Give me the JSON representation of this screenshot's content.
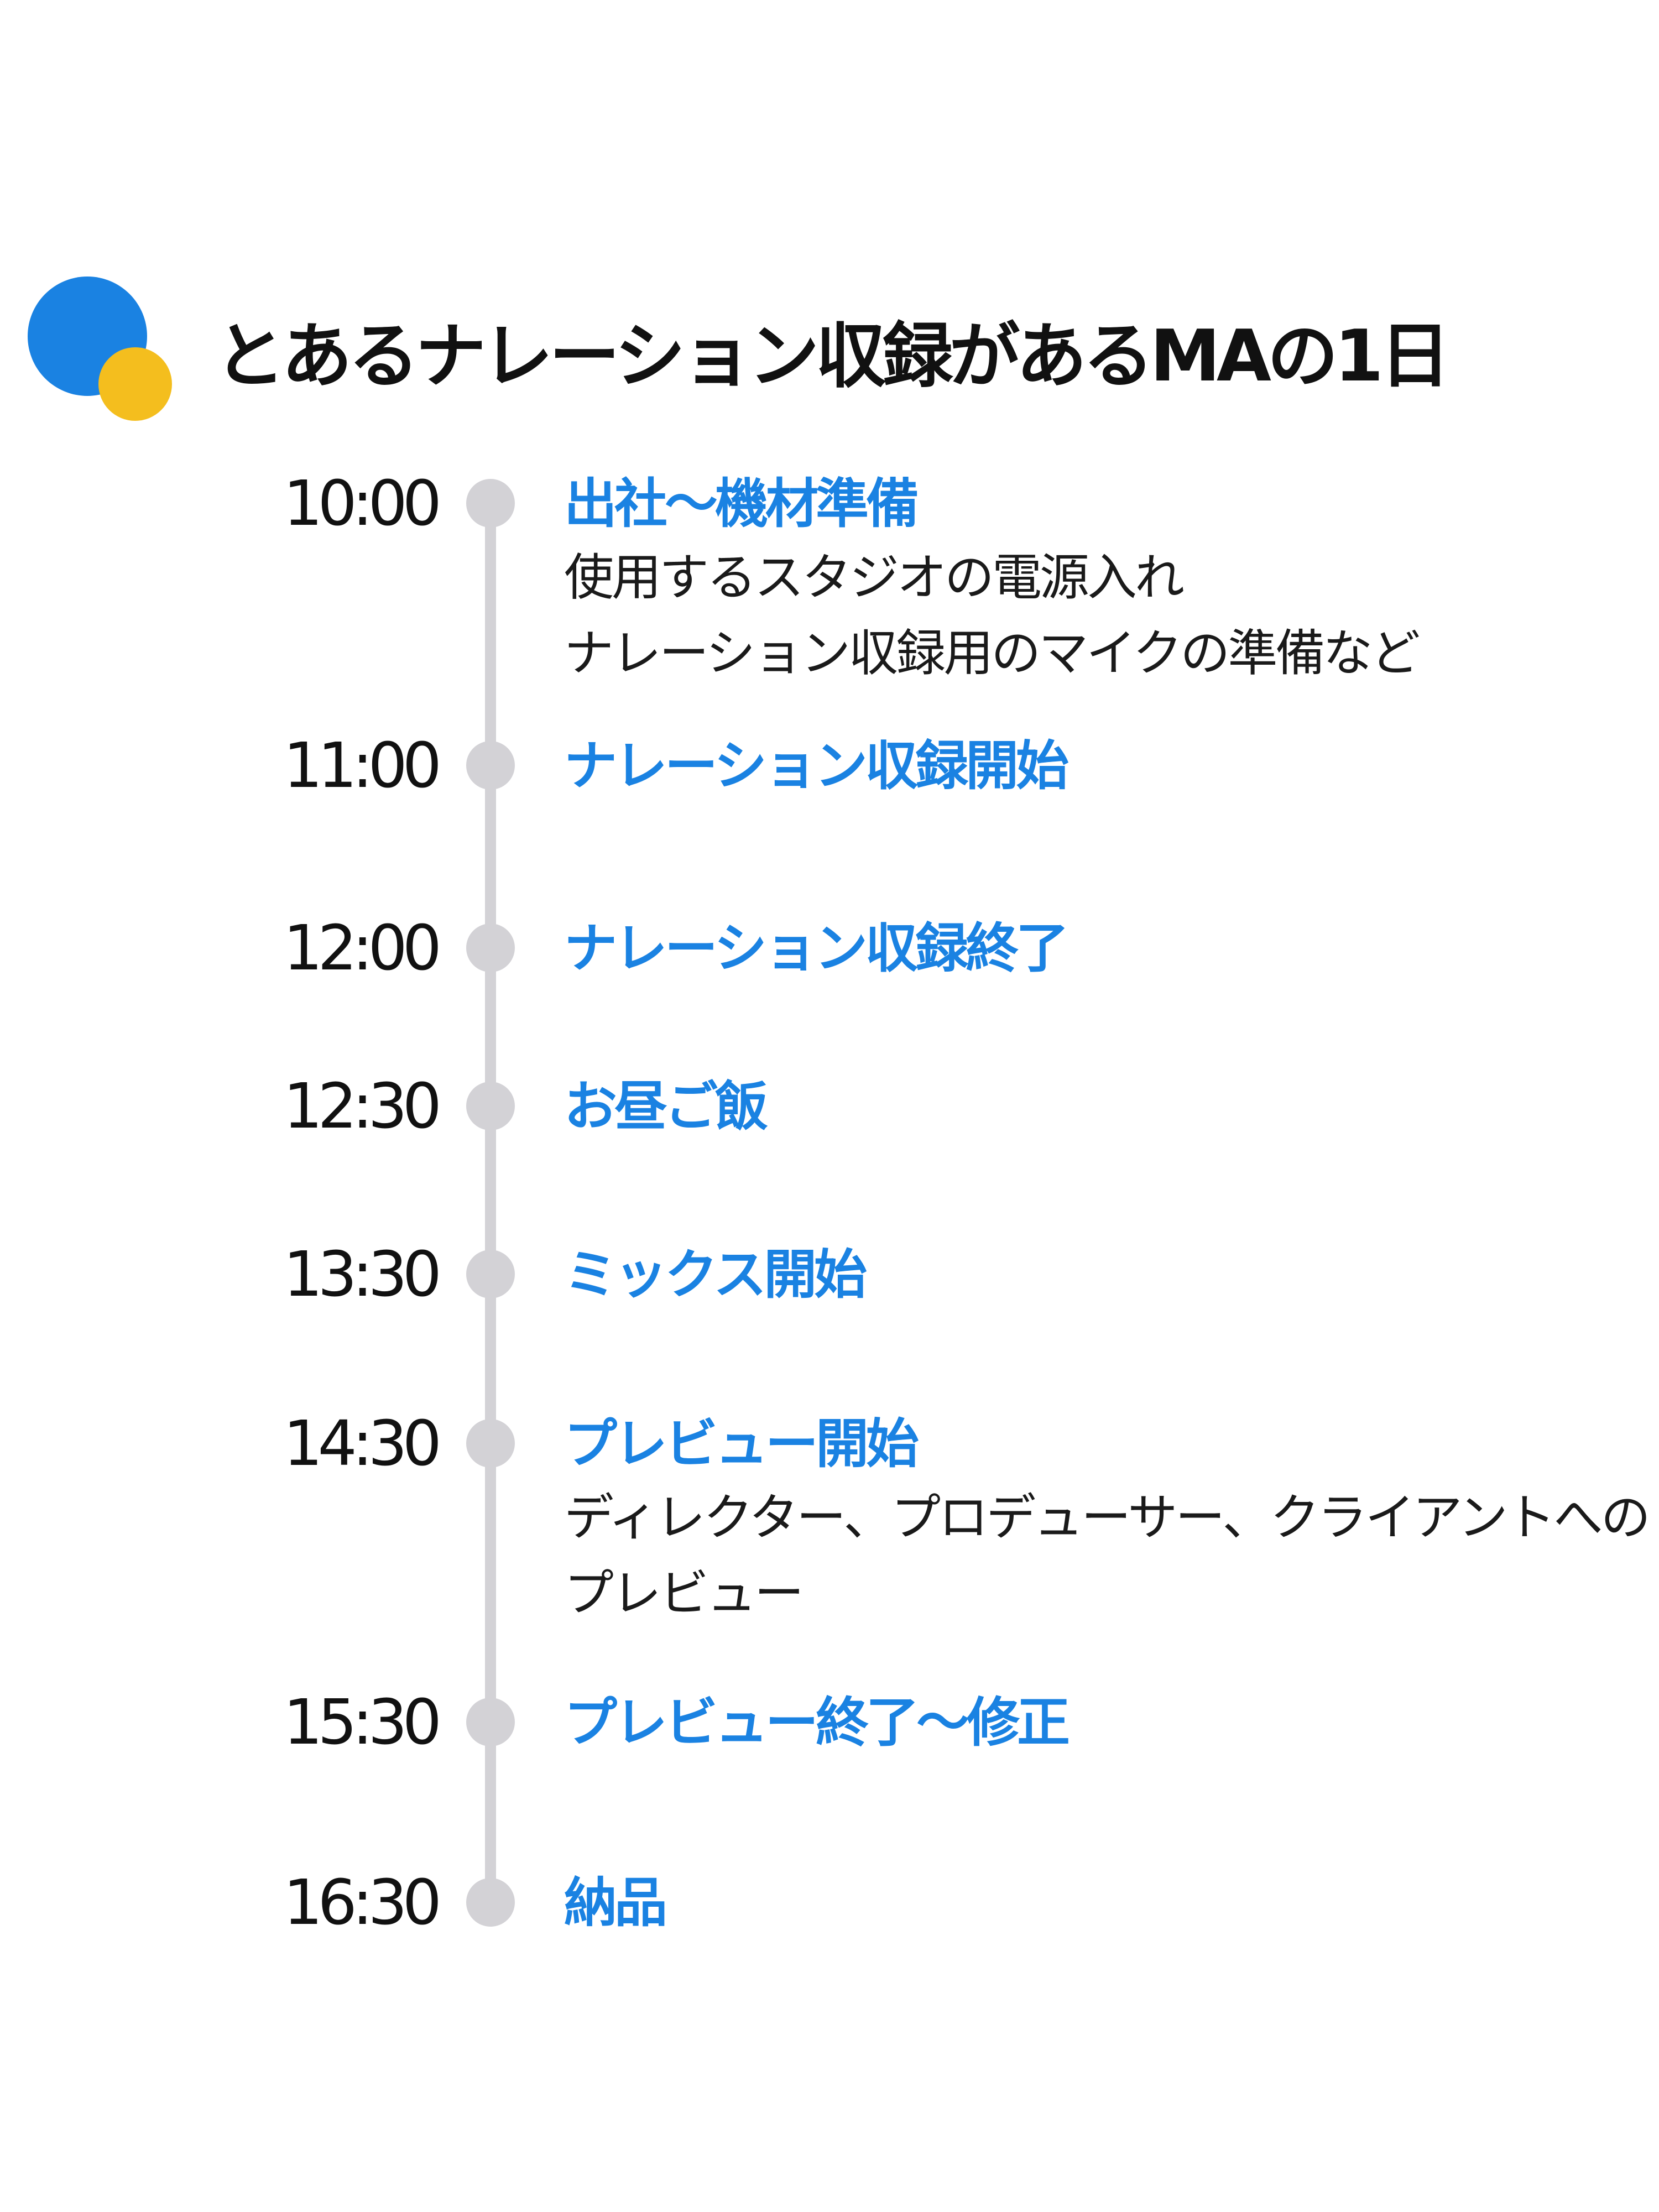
{
  "title": "とあるナレーション収録があるMAの1日",
  "colors": {
    "accent_blue": "#1a82e2",
    "accent_yellow": "#f4be1e",
    "timeline_gray": "#d3d2d6",
    "text": "#111111"
  },
  "events": [
    {
      "time": "10:00",
      "title": "出社〜機材準備",
      "description": [
        "使用するスタジオの電源入れ",
        "ナレーション収録用のマイクの準備など"
      ]
    },
    {
      "time": "11:00",
      "title": "ナレーション収録開始",
      "description": []
    },
    {
      "time": "12:00",
      "title": "ナレーション収録終了",
      "description": []
    },
    {
      "time": "12:30",
      "title": "お昼ご飯",
      "description": []
    },
    {
      "time": "13:30",
      "title": "ミックス開始",
      "description": []
    },
    {
      "time": "14:30",
      "title": "プレビュー開始",
      "description": [
        "ディレクター、プロデューサー、クライアントへの",
        "プレビュー"
      ]
    },
    {
      "time": "15:30",
      "title": "プレビュー終了〜修正",
      "description": []
    },
    {
      "time": "16:30",
      "title": "納品",
      "description": []
    }
  ]
}
